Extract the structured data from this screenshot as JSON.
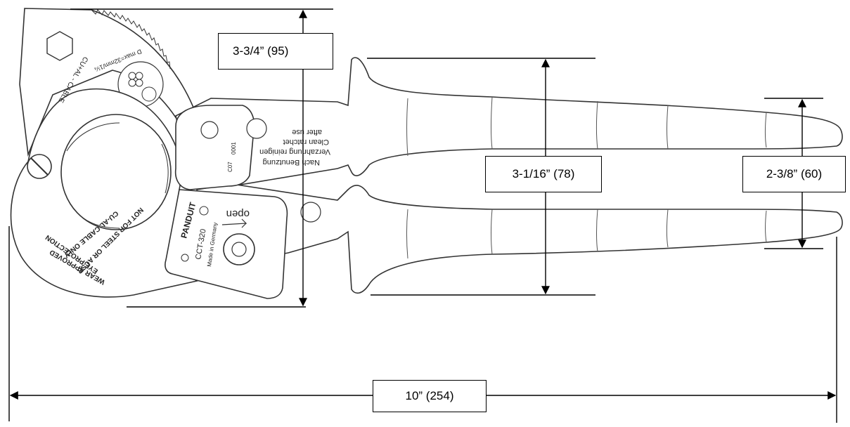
{
  "dimensions": {
    "height_jaw": "3-3/4” (95)",
    "height_handle_flare": "3-1/16” (78)",
    "height_handle_tip": "2-3/8” (60)",
    "overall_length": "10” (254)"
  },
  "tool_markings": {
    "cable_label": "CU+AL - CABLE",
    "cable_max": "D max=32mm/1¼",
    "warning_1": "CU-AL CABLE ONLY",
    "warning_2": "NOT FOR STEEL OR ACSR",
    "warning_3": "WEAR APPROVED",
    "warning_4": "EYE PROTECTION",
    "brand": "PANDUIT",
    "model": "CCT-320",
    "origin": "Made in Germany",
    "open_label": "open",
    "ratchet_de_1": "Nach Benutzung",
    "ratchet_de_2": "Verzahnung reinigen",
    "ratchet_en_1": "Clean ratchet",
    "ratchet_en_2": "after use",
    "code": "C07",
    "serial": "0001"
  },
  "colors": {
    "line": "#000000",
    "tool_outline": "#333333",
    "background": "#ffffff"
  }
}
